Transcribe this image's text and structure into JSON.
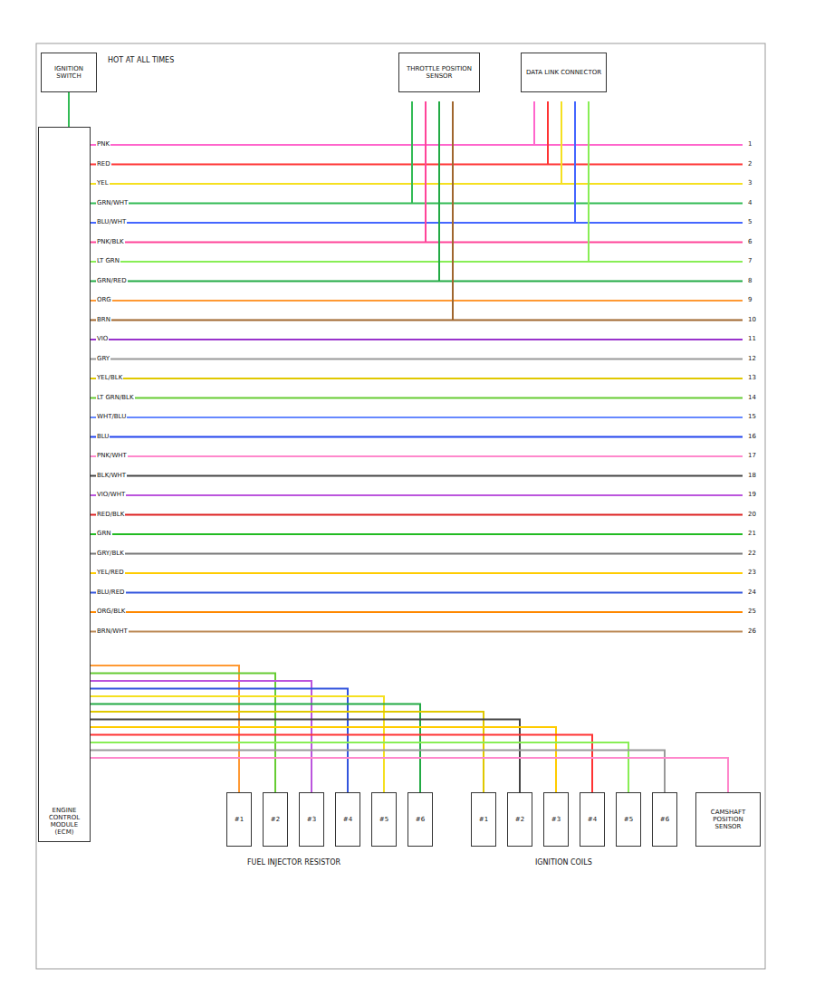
{
  "diagram": {
    "nodes": [
      {
        "text": [
          "IGNITION SWITCH"
        ]
      },
      {
        "text": [
          "THROTTLE POSITION SENSOR"
        ]
      },
      {
        "text": [
          "DATA LINK CONNECTOR"
        ]
      },
      {
        "text": [
          "ENGINE CONTROL MODULE (ECM)"
        ]
      },
      {
        "text": [
          "#1"
        ]
      },
      {
        "text": [
          "#2"
        ]
      },
      {
        "text": [
          "#3"
        ]
      },
      {
        "text": [
          "#4"
        ]
      },
      {
        "text": [
          "#5"
        ]
      },
      {
        "text": [
          "#6"
        ]
      },
      {
        "text": [
          "#1"
        ]
      },
      {
        "text": [
          "#2"
        ]
      },
      {
        "text": [
          "#3"
        ]
      },
      {
        "text": [
          "#4"
        ]
      },
      {
        "text": [
          "#5"
        ]
      },
      {
        "text": [
          "#6"
        ]
      },
      {
        "text": [
          "CAMSHAFT POSITION SENSOR"
        ]
      }
    ],
    "edges": [
      {
        "from": 0,
        "to": 3,
        "arrow": "none"
      },
      {
        "from": 3,
        "to": 4,
        "arrow": "none"
      },
      {
        "from": 3,
        "to": 5,
        "arrow": "none"
      },
      {
        "from": 3,
        "to": 6,
        "arrow": "none"
      },
      {
        "from": 3,
        "to": 7,
        "arrow": "none"
      },
      {
        "from": 3,
        "to": 8,
        "arrow": "none"
      },
      {
        "from": 3,
        "to": 9,
        "arrow": "none"
      },
      {
        "from": 3,
        "to": 10,
        "arrow": "none"
      },
      {
        "from": 3,
        "to": 11,
        "arrow": "none"
      },
      {
        "from": 3,
        "to": 12,
        "arrow": "none"
      },
      {
        "from": 3,
        "to": 13,
        "arrow": "none"
      },
      {
        "from": 3,
        "to": 14,
        "arrow": "none"
      },
      {
        "from": 3,
        "to": 15,
        "arrow": "none"
      },
      {
        "from": 3,
        "to": 16,
        "arrow": "none"
      }
    ],
    "labels": [
      "HOT AT ALL TIMES",
      "PNK",
      "RED",
      "YEL",
      "GRN/WHT",
      "BLU/WHT",
      "PNK/BLK",
      "LT GRN",
      "GRN/RED",
      "ORG",
      "BRN",
      "VIO",
      "GRY",
      "YEL/BLK",
      "LT GRN/BLK",
      "WHT/BLU",
      "BLU",
      "PNK/WHT",
      "BLK/WHT",
      "VIO/WHT",
      "RED/BLK",
      "GRN",
      "GRY/BLK",
      "YEL/RED",
      "BLU/RED",
      "ORG/BLK",
      "BRN/WHT",
      "1",
      "2",
      "3",
      "4",
      "5",
      "6",
      "7",
      "8",
      "9",
      "10",
      "11",
      "12",
      "13",
      "14",
      "15",
      "16",
      "17",
      "18",
      "19",
      "20",
      "21",
      "22",
      "23",
      "24",
      "25",
      "26",
      "FUEL INJECTOR RESISTOR",
      "IGNITION COILS"
    ]
  }
}
